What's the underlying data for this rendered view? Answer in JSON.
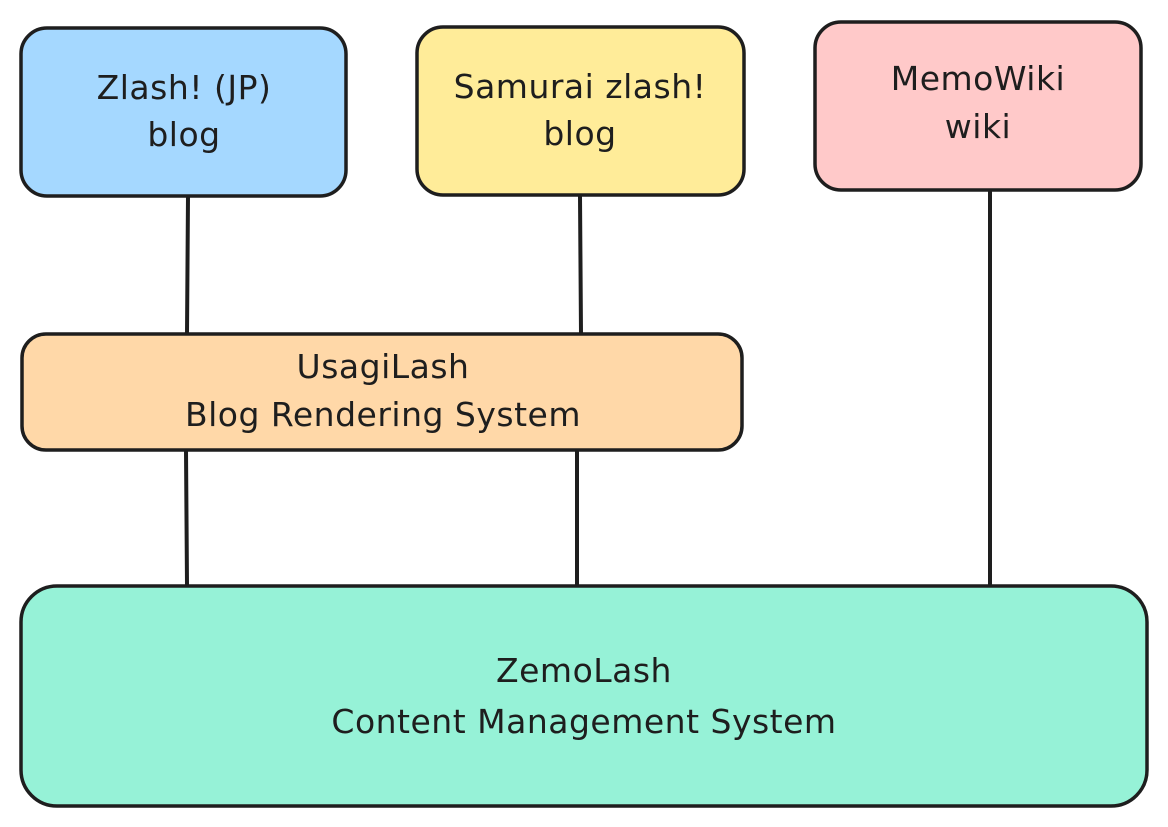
{
  "nodes": {
    "zlash_jp": {
      "lines": [
        "Zlash! (JP)",
        "blog"
      ],
      "fill": "#a5d8ff"
    },
    "samurai_zlash": {
      "lines": [
        "Samurai zlash!",
        "blog"
      ],
      "fill": "#ffec99"
    },
    "memowiki": {
      "lines": [
        "MemoWiki",
        "wiki"
      ],
      "fill": "#ffc9c9"
    },
    "usagilash": {
      "lines": [
        "UsagiLash",
        "Blog Rendering System"
      ],
      "fill": "#ffd8a8"
    },
    "zemolash": {
      "lines": [
        "ZemoLash",
        "Content Management System"
      ],
      "fill": "#96f2d7"
    }
  },
  "stroke_color": "#1e1e1e"
}
